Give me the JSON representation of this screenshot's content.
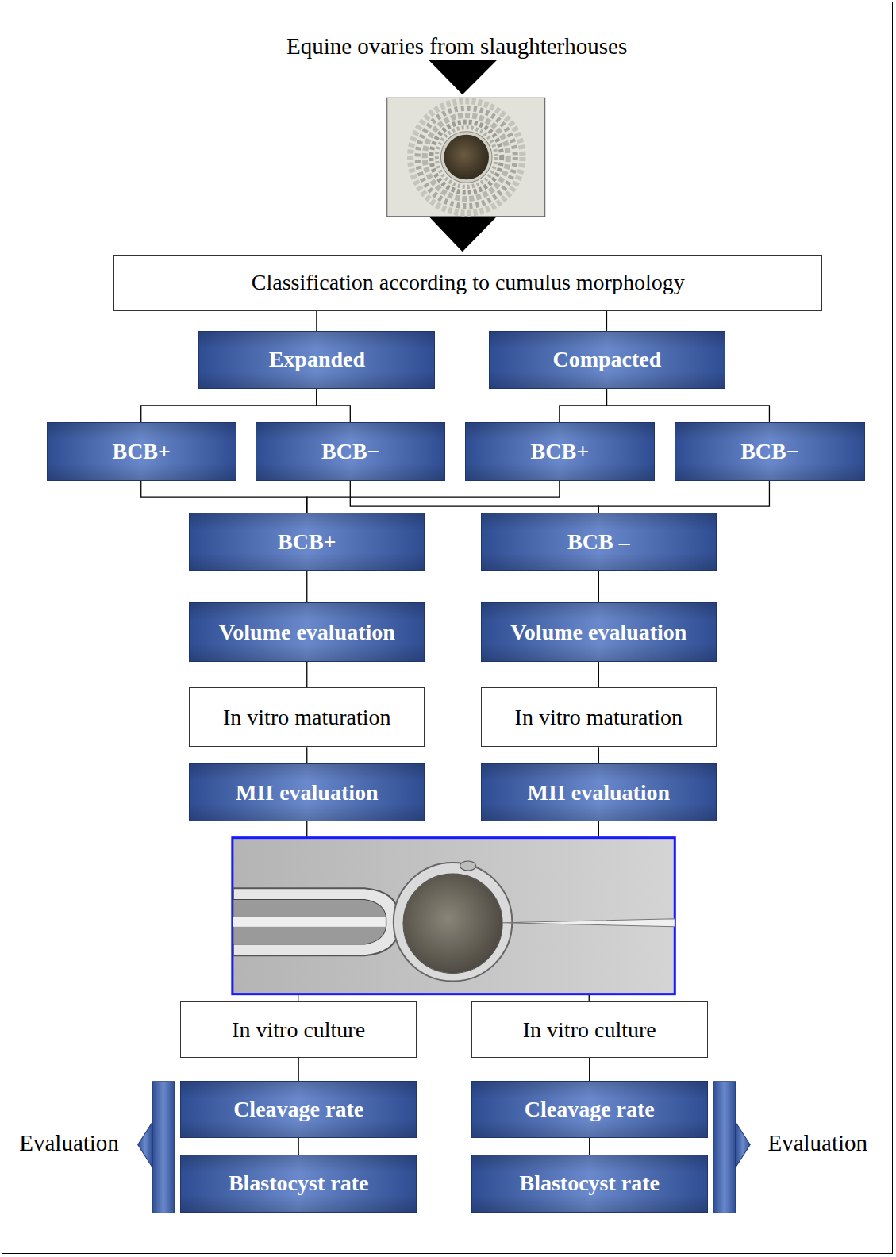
{
  "diagram": {
    "title": "Equine ovaries from slaughterhouses",
    "nodes": [
      {
        "text": [
          "Classification according to cumulus morphology"
        ]
      },
      {
        "text": [
          "Expanded"
        ]
      },
      {
        "text": [
          "Compacted"
        ]
      },
      {
        "text": [
          "BCB+"
        ]
      },
      {
        "text": [
          "BCB−"
        ]
      },
      {
        "text": [
          "BCB+"
        ]
      },
      {
        "text": [
          "BCB−"
        ]
      },
      {
        "text": [
          "BCB+"
        ]
      },
      {
        "text": [
          "BCB –"
        ]
      },
      {
        "text": [
          "Volume evaluation"
        ]
      },
      {
        "text": [
          "Volume evaluation"
        ]
      },
      {
        "text": [
          "In vitro maturation"
        ]
      },
      {
        "text": [
          "In vitro maturation"
        ]
      },
      {
        "text": [
          "MII evaluation"
        ]
      },
      {
        "text": [
          "MII evaluation"
        ]
      },
      {
        "text": [
          "In vitro culture"
        ]
      },
      {
        "text": [
          "In vitro culture"
        ]
      },
      {
        "text": [
          "Cleavage rate"
        ]
      },
      {
        "text": [
          "Cleavage rate"
        ]
      },
      {
        "text": [
          "Blastocyst rate"
        ]
      },
      {
        "text": [
          "Blastocyst rate"
        ]
      }
    ],
    "edges": [
      {
        "from": 0,
        "to": 1,
        "arrow": "none"
      },
      {
        "from": 0,
        "to": 2,
        "arrow": "none"
      },
      {
        "from": 1,
        "to": 3,
        "arrow": "none"
      },
      {
        "from": 1,
        "to": 4,
        "arrow": "none"
      },
      {
        "from": 2,
        "to": 5,
        "arrow": "none"
      },
      {
        "from": 2,
        "to": 6,
        "arrow": "none"
      },
      {
        "from": 3,
        "to": 7,
        "arrow": "none"
      },
      {
        "from": 5,
        "to": 7,
        "arrow": "none"
      },
      {
        "from": 4,
        "to": 8,
        "arrow": "none"
      },
      {
        "from": 6,
        "to": 8,
        "arrow": "none"
      },
      {
        "from": 7,
        "to": 9,
        "arrow": "none"
      },
      {
        "from": 8,
        "to": 10,
        "arrow": "none"
      },
      {
        "from": 9,
        "to": 11,
        "arrow": "none"
      },
      {
        "from": 10,
        "to": 12,
        "arrow": "none"
      },
      {
        "from": 11,
        "to": 13,
        "arrow": "none"
      },
      {
        "from": 12,
        "to": 14,
        "arrow": "none"
      },
      {
        "from": 13,
        "to": 15,
        "arrow": "none"
      },
      {
        "from": 14,
        "to": 16,
        "arrow": "none"
      },
      {
        "from": 15,
        "to": 17,
        "arrow": "none"
      },
      {
        "from": 16,
        "to": 18,
        "arrow": "none"
      },
      {
        "from": 17,
        "to": 19,
        "arrow": "none"
      },
      {
        "from": 18,
        "to": 20,
        "arrow": "none"
      }
    ],
    "labels": [
      "Evaluation",
      "Evaluation"
    ]
  }
}
